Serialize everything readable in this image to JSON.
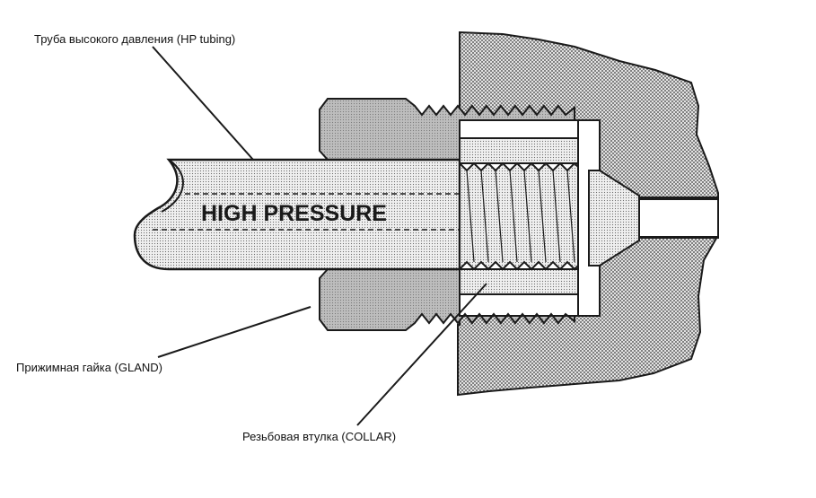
{
  "labels": {
    "tubing": "Труба высокого давления (HP tubing)",
    "gland": "Прижимная гайка (GLAND)",
    "collar": "Резьбовая втулка (COLLAR)"
  },
  "tube_text": "HIGH PRESSURE",
  "colors": {
    "ink": "#1a1a1a",
    "gland_fill": "#bdbdbd",
    "collar_fill": "#d9d9d9",
    "tube_fill": "#e6e6e6",
    "body_fill": "#cfcfcf",
    "background": "#ffffff"
  }
}
